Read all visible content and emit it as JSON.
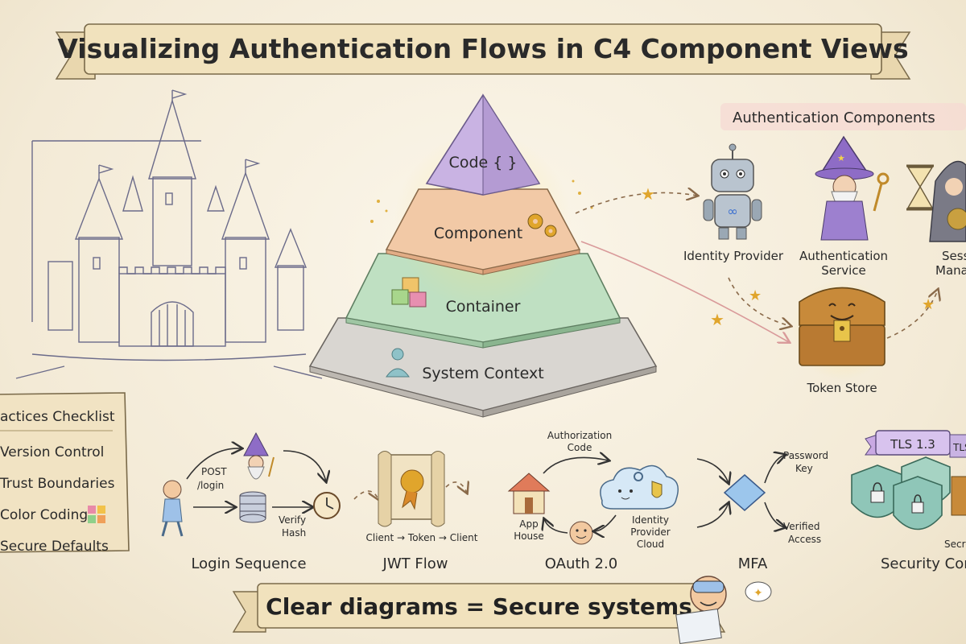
{
  "title": "Visualizing Authentication Flows in C4 Component Views",
  "pyramid": {
    "code": "Code { }",
    "component": "Component",
    "container": "Container",
    "system_context": "System Context"
  },
  "auth_components": {
    "heading": "Authentication Components",
    "identity_provider": "Identity Provider",
    "authentication_service_1": "Authentication",
    "authentication_service_2": "Service",
    "session_manager_1": "Sessio",
    "session_manager_2": "Manag",
    "token_store": "Token Store"
  },
  "checklist": {
    "heading": "actices Checklist",
    "items": [
      "Version Control",
      "Trust Boundaries",
      "Color Coding",
      "Secure Defaults"
    ]
  },
  "login": {
    "post": "POST",
    "path": "/login",
    "verify": "Verify",
    "hash": "Hash",
    "caption": "Login Sequence"
  },
  "jwt": {
    "flow": "Client → Token → Client",
    "caption": "JWT Flow"
  },
  "oauth": {
    "auth_code_1": "Authorization",
    "auth_code_2": "Code",
    "app_1": "App",
    "app_2": "House",
    "idp_1": "Identity",
    "idp_2": "Provider",
    "idp_3": "Cloud",
    "caption": "OAuth 2.0"
  },
  "mfa": {
    "password": "Password",
    "key": "Key",
    "verified": "Verified",
    "access": "Access",
    "caption": "MFA"
  },
  "security": {
    "tls": "TLS 1.3",
    "tls_partial": "TLS",
    "secret": "Secre",
    "caption": "Security Con"
  },
  "footer": "Clear diagrams = Secure systems",
  "colors": {
    "parchment": "#f6efdf",
    "pyramid_code": "#c9b3e3",
    "pyramid_component": "#f2c9a6",
    "pyramid_container": "#bfe0c2",
    "pyramid_context": "#d8d6d2",
    "accent_star": "#e0a52c"
  }
}
